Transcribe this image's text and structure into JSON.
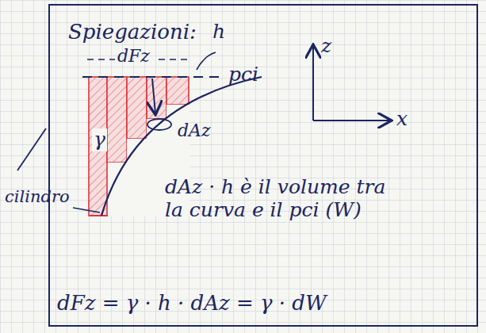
{
  "diagram": {
    "title": "Spiegazioni:",
    "labels": [
      "h",
      "pci",
      "z",
      "x",
      "dFz",
      "dAz",
      "γ",
      "cilindro",
      "dAz · h è il volume tra la curva e il pci (W)",
      "dFz = γ · h · dAz = γ · dW"
    ]
  }
}
